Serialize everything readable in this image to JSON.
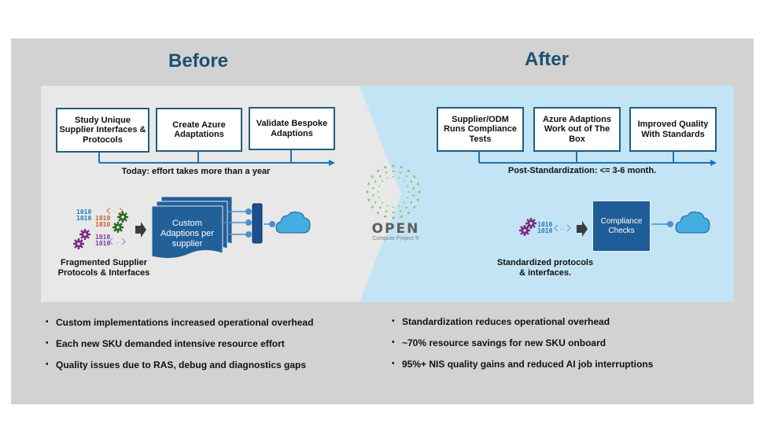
{
  "before": {
    "title": "Before",
    "steps": [
      "Study Unique Supplier Interfaces & Protocols",
      "Create Azure Adaptations",
      "Validate Bespoke Adaptions"
    ],
    "timeline_caption": "Today: effort takes more than a year",
    "doc_label": "Custom Adaptions per supplier",
    "source_caption_line1": "Fragmented Supplier",
    "source_caption_line2": "Protocols & Interfaces",
    "binary_text": "1010",
    "bullets": [
      "Custom implementations increased operational overhead",
      "Each new SKU demanded intensive resource effort",
      "Quality issues due to RAS, debug and diagnostics gaps"
    ]
  },
  "after": {
    "title": "After",
    "steps": [
      "Supplier/ODM Runs Compliance Tests",
      "Azure Adaptions Work out of The Box",
      "Improved Quality With Standards"
    ],
    "timeline_caption": "Post-Standardization: <= 3-6 month.",
    "compliance_label": "Compliance Checks",
    "source_caption_line1": "Standardized protocols",
    "source_caption_line2": "& interfaces.",
    "binary_text": "1010",
    "bullets": [
      "Standardization reduces operational overhead",
      "~70% resource savings for new SKU onboard",
      "95%+ NIS quality gains and reduced AI job interruptions"
    ]
  },
  "logo": {
    "name": "OPEN",
    "subtitle": "Compute Project ®"
  },
  "icons": {
    "cloud": "cloud-icon",
    "gear": "gear-icon",
    "code": "code-brackets-icon",
    "arrow": "right-arrow-icon",
    "connector": "connector-bar-icon"
  },
  "colors": {
    "frame": "#d2d2d2",
    "before_panel": "#e8e8e8",
    "after_panel": "#c3e4f4",
    "heading": "#1b5070",
    "box_border": "#1f5f7f",
    "timeline": "#1a73b8",
    "doc_fill": "#22609a",
    "cloud": "#45ade0",
    "gear_green": "#2c6b2a",
    "gear_purple": "#7a2a7e",
    "binary_blue": "#1f7ac0",
    "binary_orange": "#d0602a",
    "binary_purple": "#7a3a9e",
    "ocp_green": "#7cc35a"
  }
}
